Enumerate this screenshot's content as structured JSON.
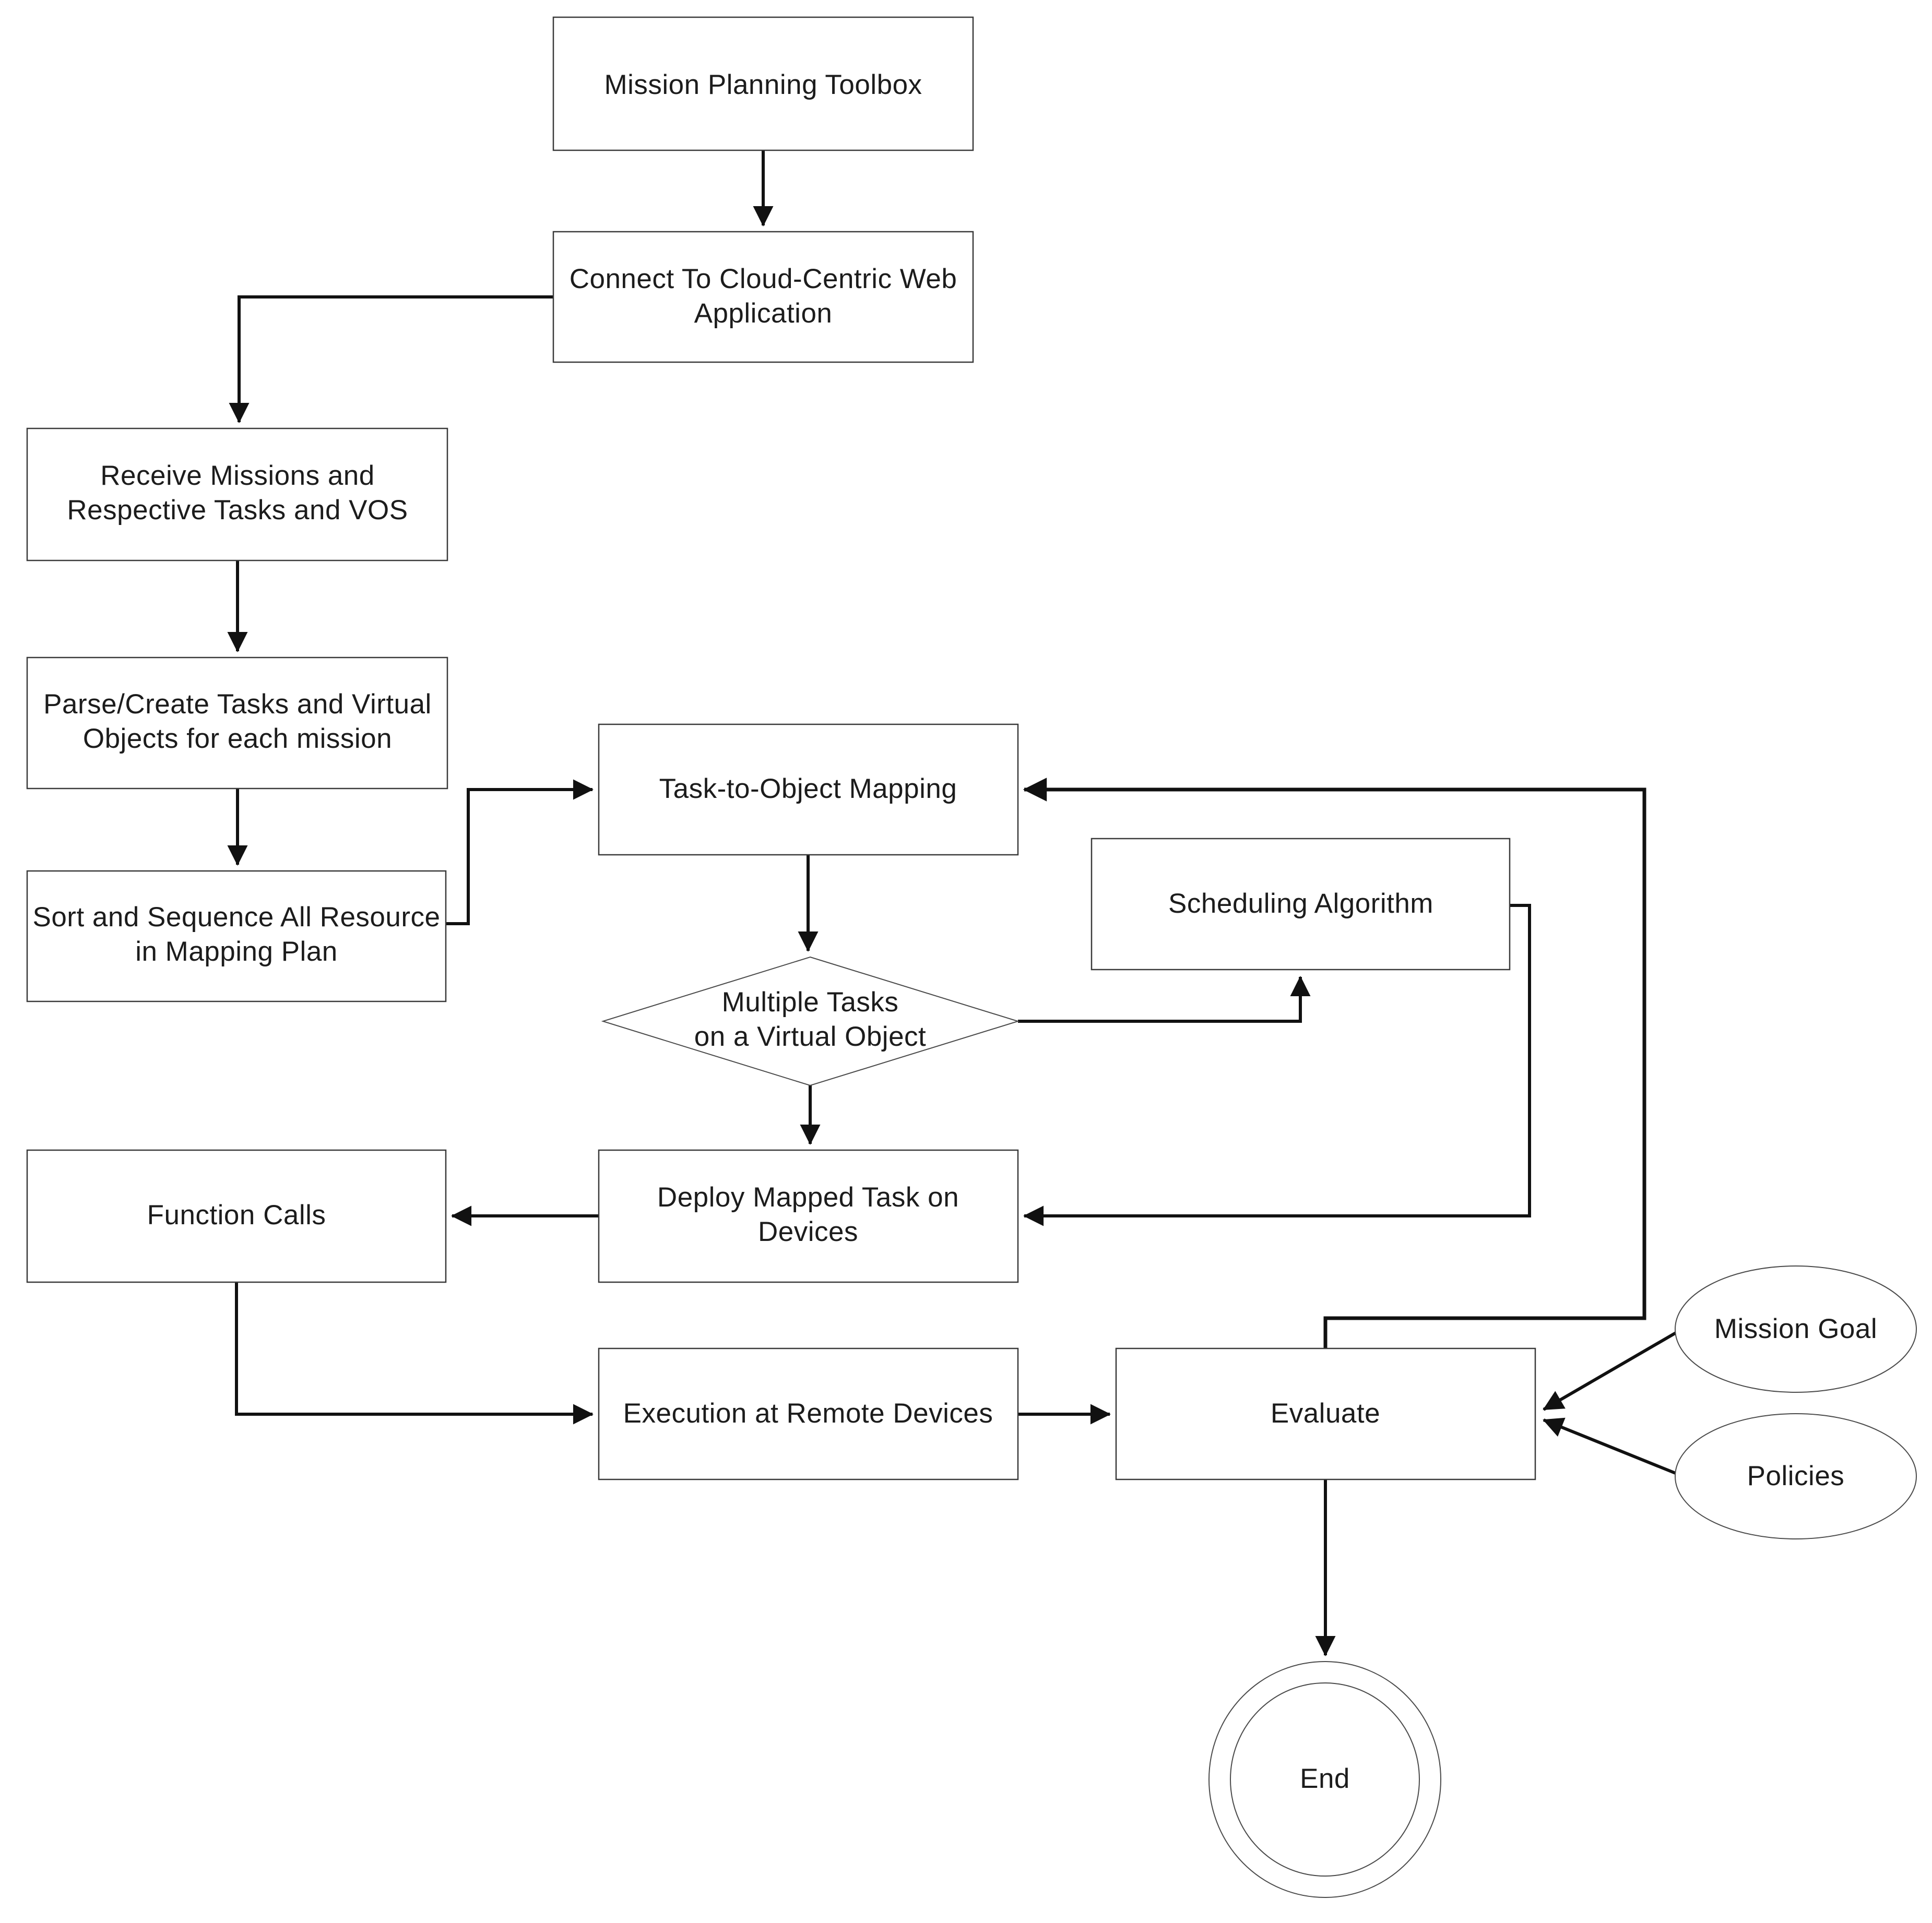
{
  "diagram": {
    "title": "Mission planning flowchart",
    "background_color": "#ffffff",
    "line_color": "#111111",
    "box_border_color": "#3a3a3a",
    "text_color": "#1c1c1c",
    "nodes": {
      "mission_planning_toolbox": {
        "label": "Mission Planning Toolbox",
        "shape": "rect"
      },
      "connect_cloud": {
        "line1": "Connect To Cloud-Centric Web",
        "line2": "Application",
        "shape": "rect"
      },
      "receive_missions": {
        "line1": "Receive Missions and",
        "line2": "Respective Tasks and VOS",
        "shape": "rect"
      },
      "parse_create": {
        "line1": "Parse/Create Tasks and Virtual",
        "line2": "Objects for each mission",
        "shape": "rect"
      },
      "sort_sequence": {
        "line1": "Sort and Sequence All Resource",
        "line2": "in Mapping Plan",
        "shape": "rect"
      },
      "task_to_object_mapping": {
        "label": "Task-to-Object Mapping",
        "shape": "rect"
      },
      "scheduling_algorithm": {
        "label": "Scheduling Algorithm",
        "shape": "rect"
      },
      "multiple_tasks_decision": {
        "line1": "Multiple Tasks",
        "line2": "on a Virtual Object",
        "shape": "diamond"
      },
      "function_calls": {
        "label": "Function Calls",
        "shape": "rect"
      },
      "deploy_mapped_task": {
        "line1": "Deploy Mapped Task on",
        "line2": "Devices",
        "shape": "rect"
      },
      "execution_remote": {
        "label": "Execution at Remote Devices",
        "shape": "rect"
      },
      "evaluate": {
        "label": "Evaluate",
        "shape": "rect"
      },
      "mission_goal": {
        "label": "Mission Goal",
        "shape": "ellipse"
      },
      "policies": {
        "label": "Policies",
        "shape": "ellipse"
      },
      "end": {
        "label": "End",
        "shape": "double-circle"
      }
    },
    "edges": [
      "mission_planning_toolbox -> connect_cloud",
      "connect_cloud -> receive_missions",
      "receive_missions -> parse_create",
      "parse_create -> sort_sequence",
      "sort_sequence -> task_to_object_mapping",
      "task_to_object_mapping -> multiple_tasks_decision",
      "multiple_tasks_decision -> scheduling_algorithm",
      "scheduling_algorithm -> deploy_mapped_task",
      "multiple_tasks_decision -> deploy_mapped_task",
      "deploy_mapped_task -> function_calls",
      "function_calls -> execution_remote",
      "execution_remote -> evaluate",
      "evaluate -> task_to_object_mapping",
      "mission_goal -> evaluate",
      "policies -> evaluate",
      "evaluate -> end"
    ]
  }
}
